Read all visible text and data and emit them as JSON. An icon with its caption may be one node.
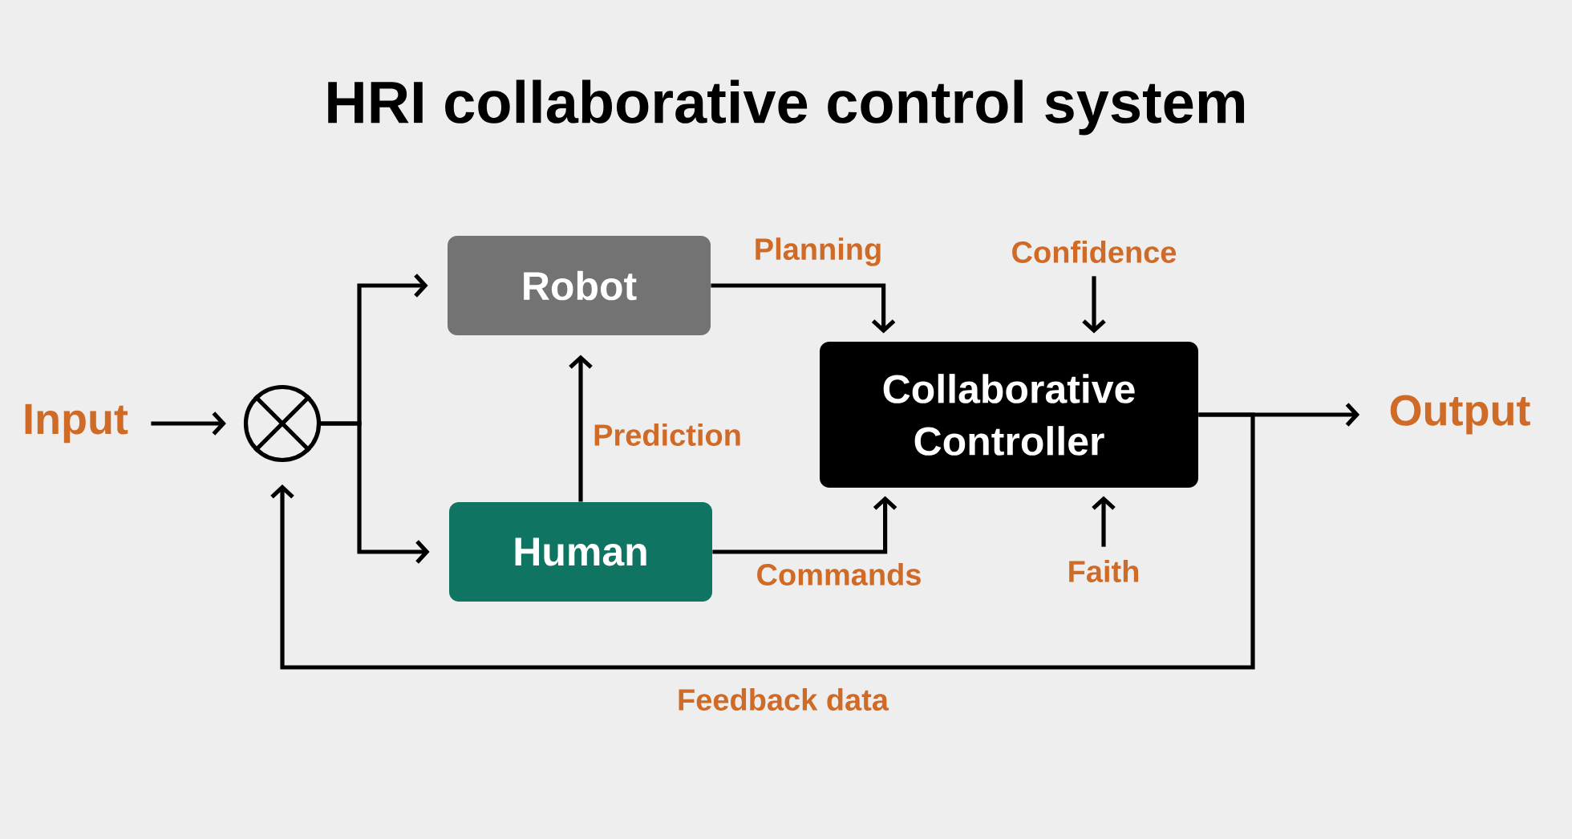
{
  "diagram": {
    "title": "HRI collaborative control system",
    "nodes": [
      {
        "text": [
          "Input"
        ]
      },
      {
        "text": [],
        "shape": "circle"
      },
      {
        "text": [
          "Robot"
        ]
      },
      {
        "text": [
          "Human"
        ]
      },
      {
        "text": [
          "Collaborative Controller"
        ]
      },
      {
        "text": [
          "Output"
        ]
      },
      {
        "text": [
          "Confidence"
        ]
      },
      {
        "text": [
          "Faith"
        ]
      }
    ],
    "edges": [
      {
        "from": 0,
        "to": 1,
        "arrow": "to"
      },
      {
        "from": 1,
        "to": 2,
        "arrow": "to"
      },
      {
        "from": 1,
        "to": 3,
        "arrow": "to"
      },
      {
        "from": 3,
        "to": 2,
        "arrow": "to",
        "label": "Prediction"
      },
      {
        "from": 2,
        "to": 4,
        "arrow": "to",
        "label": "Planning"
      },
      {
        "from": 3,
        "to": 4,
        "arrow": "to",
        "label": "Commands"
      },
      {
        "from": 6,
        "to": 4,
        "arrow": "to"
      },
      {
        "from": 7,
        "to": 4,
        "arrow": "to"
      },
      {
        "from": 4,
        "to": 5,
        "arrow": "to"
      },
      {
        "from": 4,
        "to": 1,
        "arrow": "to",
        "label": "Feedback data"
      }
    ]
  }
}
